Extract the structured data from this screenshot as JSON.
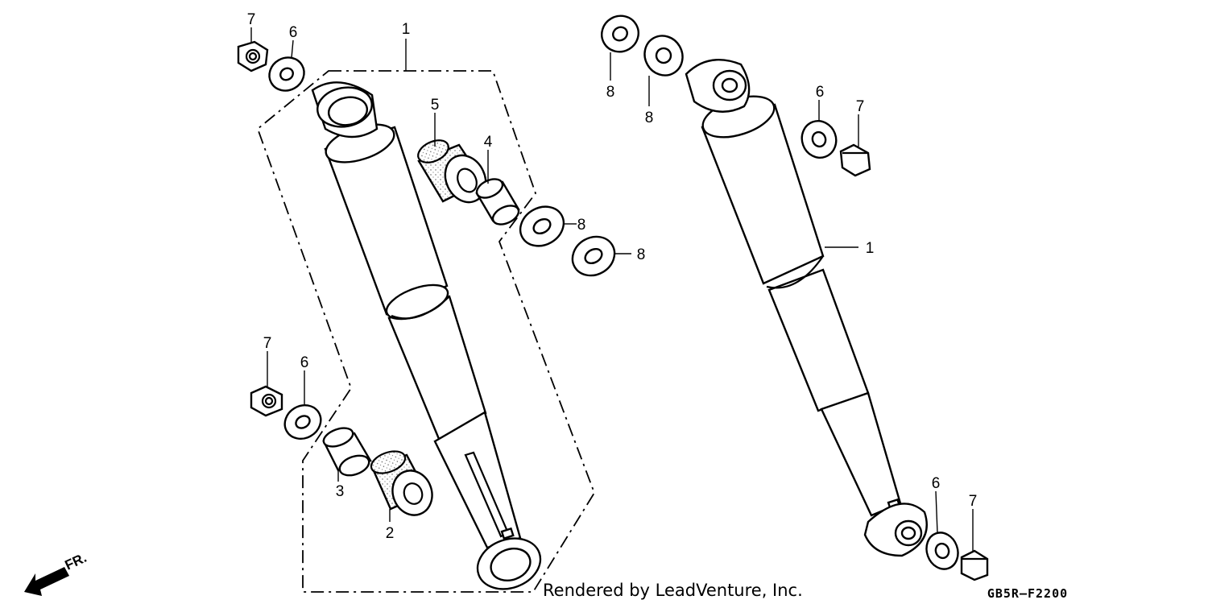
{
  "callouts": {
    "left_shock": "1",
    "left_top_washer": "6",
    "left_top_nut": "7",
    "rubber_bush_top": "5",
    "collar_top": "4",
    "left_washer_a": "8",
    "left_washer_b": "8",
    "left_low_nut": "7",
    "left_low_washer": "6",
    "collar_low": "3",
    "rubber_bush_low": "2",
    "right_washer_a": "8",
    "right_washer_b": "8",
    "right_top_washer": "6",
    "right_top_nut": "7",
    "right_shock": "1",
    "right_low_washer": "6",
    "right_low_nut": "7"
  },
  "front_indicator": "FR.",
  "credit": "Rendered by LeadVenture, Inc.",
  "diagram_code": "GB5R–F2200",
  "icons": [
    "front-arrow-icon"
  ]
}
